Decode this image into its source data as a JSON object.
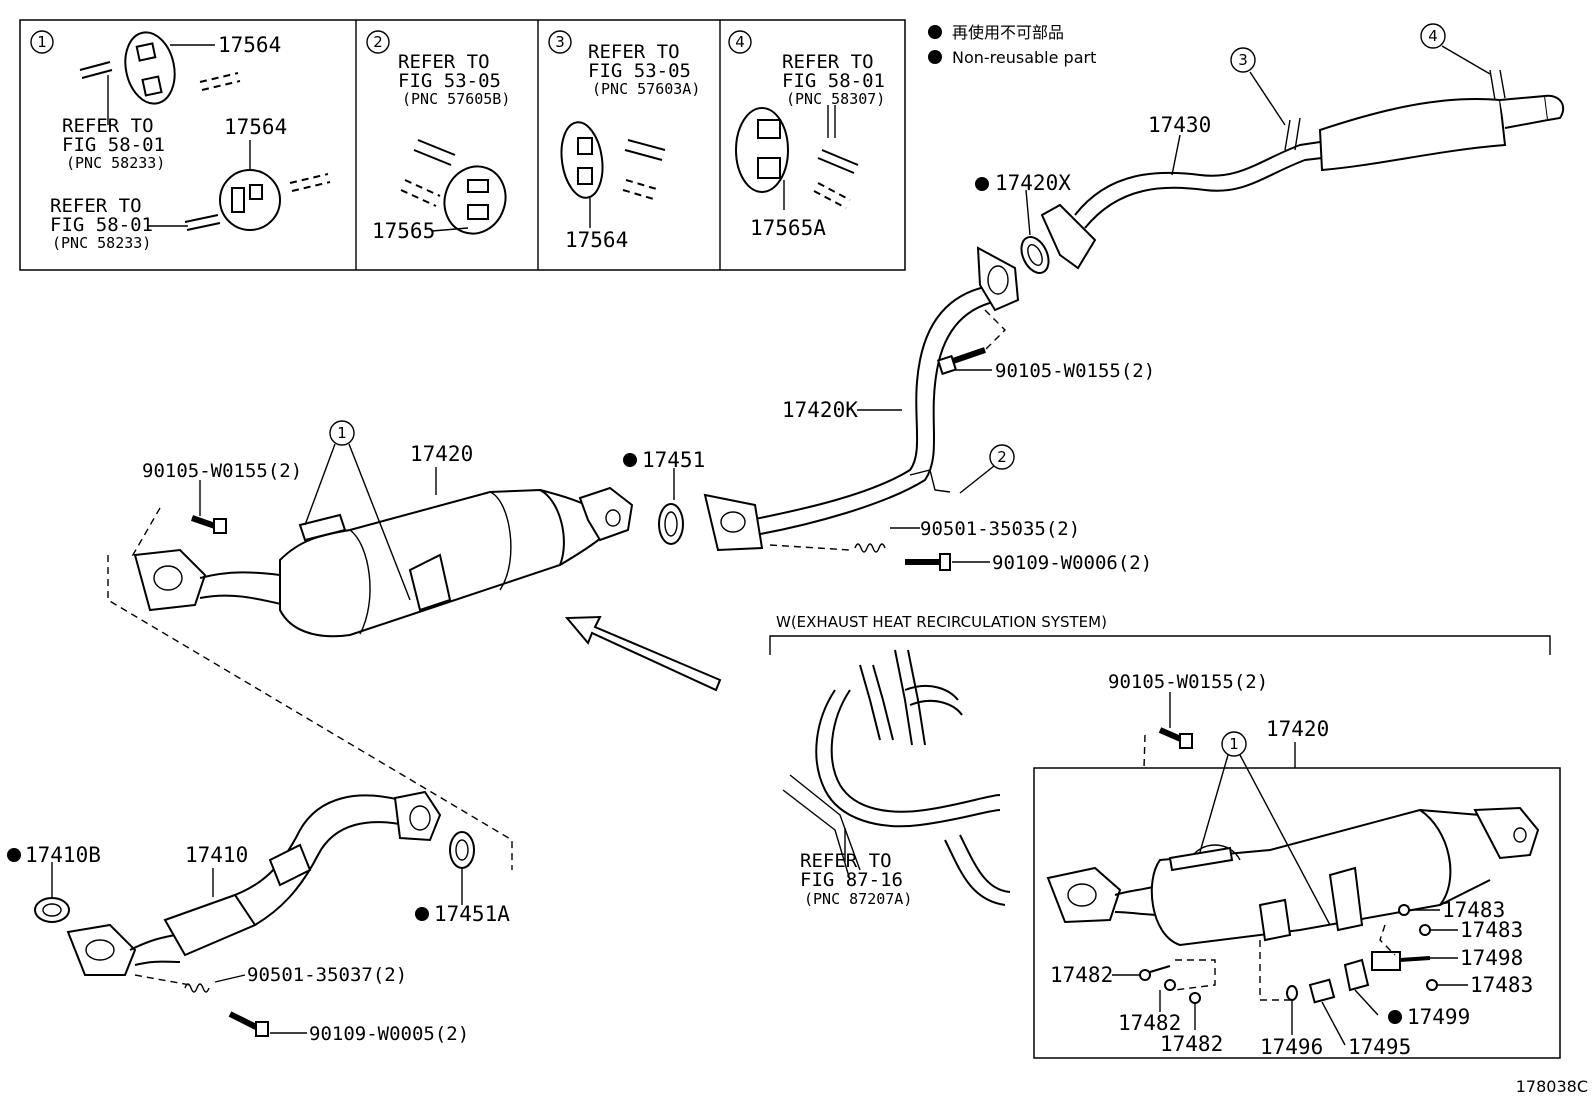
{
  "legend": {
    "jp": "再使用不可部品",
    "en": "Non-reusable part"
  },
  "panels": {
    "p1": {
      "num": "1",
      "part_a": "17564",
      "part_b": "17564",
      "refer_a": [
        "REFER TO",
        "FIG 58-01",
        "(PNC 58233)"
      ],
      "refer_b": [
        "REFER TO",
        "FIG 58-01",
        "(PNC 58233)"
      ]
    },
    "p2": {
      "num": "2",
      "part": "17565",
      "refer": [
        "REFER TO",
        "FIG 53-05",
        "(PNC 57605B)"
      ]
    },
    "p3": {
      "num": "3",
      "part": "17564",
      "refer": [
        "REFER TO",
        "FIG 53-05",
        "(PNC 57603A)"
      ]
    },
    "p4": {
      "num": "4",
      "part": "17565A",
      "refer": [
        "REFER TO",
        "FIG 58-01",
        "(PNC 58307)"
      ]
    }
  },
  "callouts": {
    "c3": "3",
    "c4": "4",
    "c1_main": "1",
    "c2_main": "2",
    "c1_box": "1"
  },
  "parts": {
    "p17430": "17430",
    "p17420X": "17420X",
    "p90105_top": "90105-W0155(2)",
    "p17420K": "17420K",
    "p90105_left": "90105-W0155(2)",
    "p17420": "17420",
    "p17451": "17451",
    "p90501_35035": "90501-35035(2)",
    "p90109_W0006": "90109-W0006(2)",
    "p17410B": "17410B",
    "p17410": "17410",
    "p17451A": "17451A",
    "p90501_35037": "90501-35037(2)",
    "p90109_W0005": "90109-W0005(2)",
    "ehr_title": "W(EXHAUST HEAT RECIRCULATION SYSTEM)",
    "p90105_ehr": "90105-W0155(2)",
    "p17420_ehr": "17420",
    "refer_87": [
      "REFER TO",
      "FIG 87-16",
      "(PNC 87207A)"
    ],
    "p17483_a": "17483",
    "p17483_b": "17483",
    "p17498": "17498",
    "p17483_c": "17483",
    "p17482_a": "17482",
    "p17482_b": "17482",
    "p17482_c": "17482",
    "p17499": "17499",
    "p17496": "17496",
    "p17495": "17495"
  },
  "figure_id": "178038C"
}
